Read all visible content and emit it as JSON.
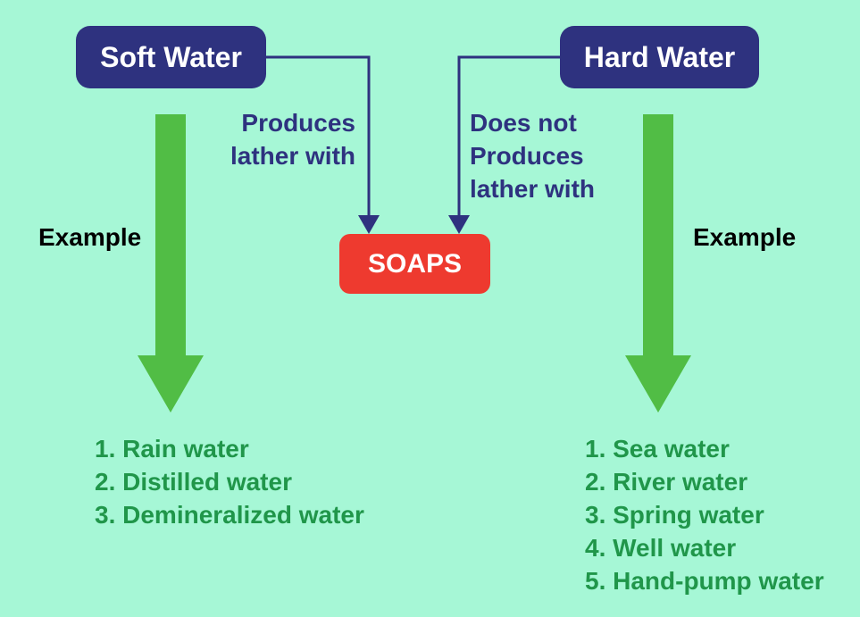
{
  "nodes": {
    "soft_water": "Soft Water",
    "hard_water": "Hard Water",
    "soaps": "SOAPS"
  },
  "edges": {
    "soft_to_soaps": [
      "Produces",
      "lather with"
    ],
    "hard_to_soaps": [
      "Does not",
      "Produces",
      "lather with"
    ]
  },
  "example_labels": {
    "left": "Example",
    "right": "Example"
  },
  "soft_examples": [
    "1. Rain water",
    "2. Distilled water",
    "3. Demineralized water"
  ],
  "hard_examples": [
    "1. Sea water",
    "2. River water",
    "3. Spring water",
    "4. Well water",
    "5. Hand-pump water"
  ],
  "colors": {
    "background": "#a6f7d6",
    "node_dark": "#2e327f",
    "node_soap": "#ee3a2f",
    "arrow_green": "#51bd45",
    "list_text": "#20964a"
  }
}
